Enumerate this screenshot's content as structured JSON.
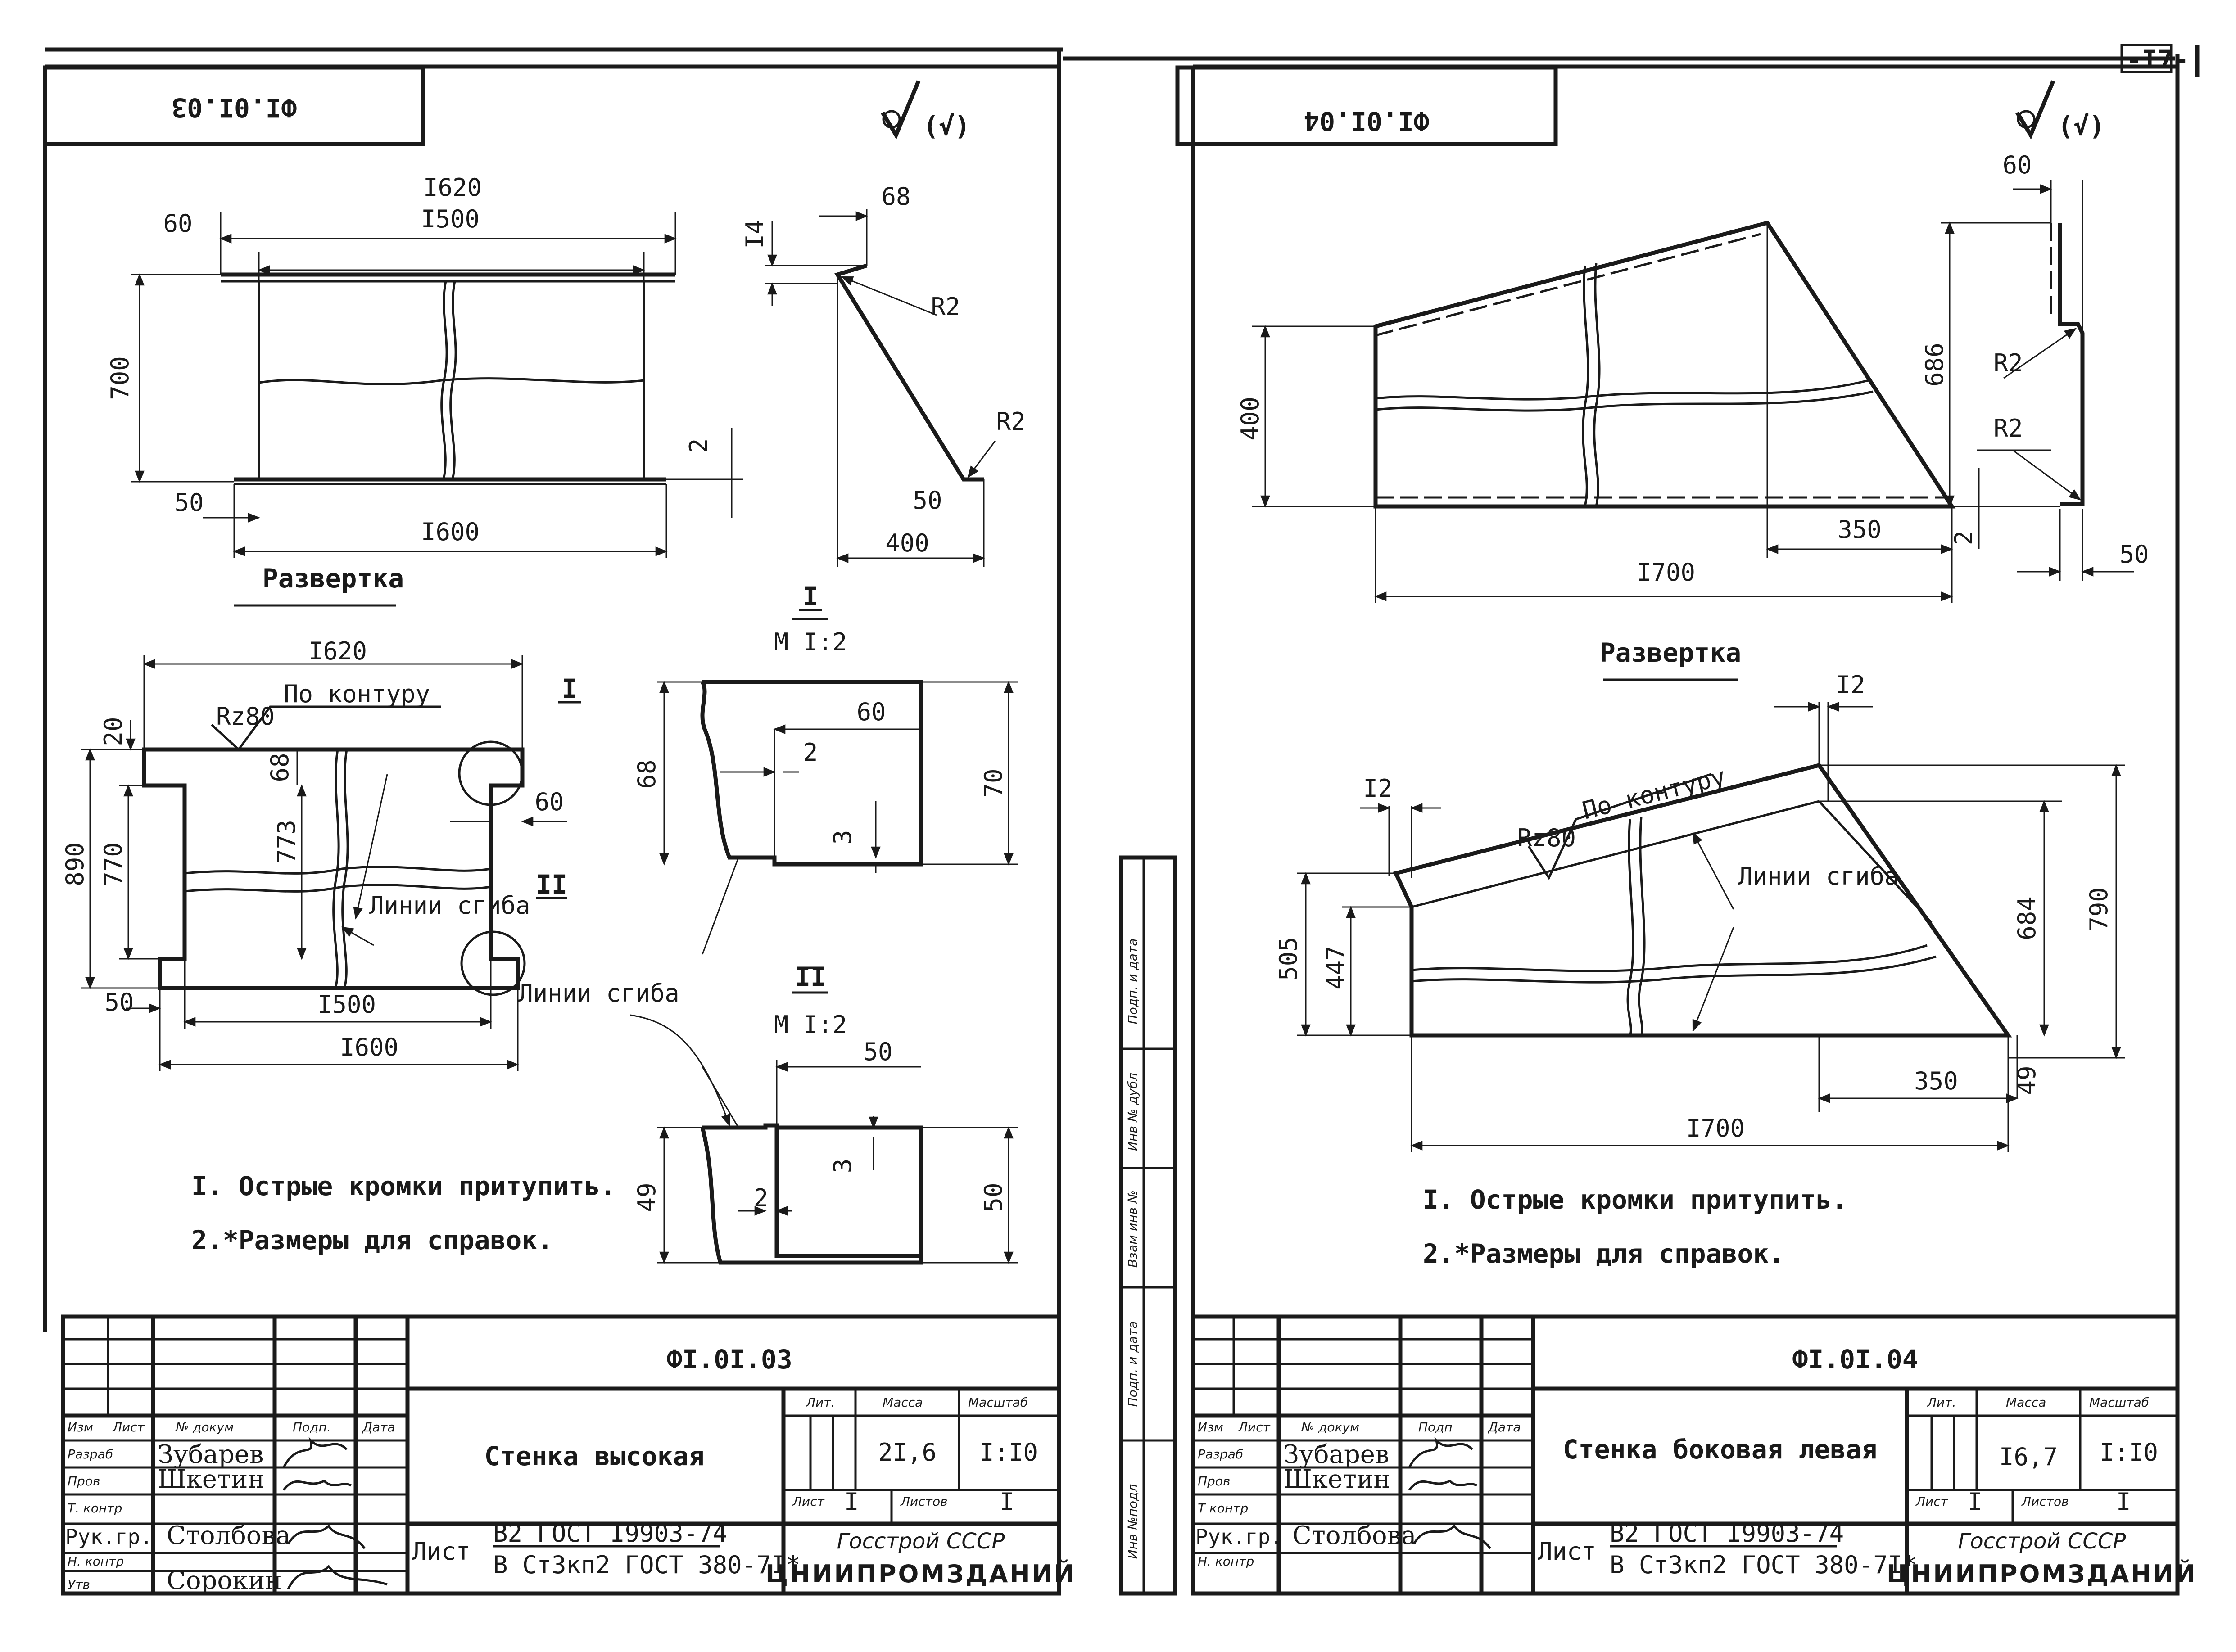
{
  "page_number": "-I7-",
  "left_sheet": {
    "mirrored_code": "ФI.0I.03",
    "roughness_mark": "(√)",
    "development_title": "Развертка",
    "dev_dims": {
      "top_overall": "I620",
      "top_inner": "I500",
      "left_offset": "60",
      "height": "700",
      "bottom_overall": "I600",
      "bottom_offset": "50",
      "thickness": "2"
    },
    "profile_dims": {
      "top_flange": "68",
      "lip": "I4",
      "radius_top": "R2",
      "radius_bottom": "R2",
      "bottom_flange": "50",
      "depth": "400"
    },
    "part_dims": {
      "width_top": "I620",
      "width_mid": "I500",
      "width_bottom": "I600",
      "height_total": "890",
      "height_770": "770",
      "height_773": "773",
      "top_flange_h": "20",
      "flange_68": "68",
      "notch_60": "60",
      "bottom_50": "50"
    },
    "roughness_note": "Rz80",
    "contour_note": "По контуру",
    "bend_lines_label": "Линии сгиба",
    "detail_I": {
      "title": "I",
      "scale": "М I:2",
      "dim_60": "60",
      "dim_2": "2",
      "dim_3": "3",
      "dim_68": "68",
      "dim_70": "70"
    },
    "detail_II": {
      "title": "II",
      "scale": "М I:2",
      "dim_50_top": "50",
      "dim_3": "3",
      "dim_2": "2",
      "dim_49": "49",
      "dim_50_right": "50"
    },
    "detail_bend_label": "Линии сгиба",
    "notes": [
      "I. Острые кромки притупить.",
      "2.*Размеры для справок."
    ],
    "title_block": {
      "code": "ФI.0I.03",
      "name": "Стенка высокая",
      "headers": {
        "izm": "Изм",
        "list": "Лист",
        "doc": "№ докум",
        "sign": "Подп.",
        "date": "Дата",
        "lit": "Лит.",
        "mass": "Масса",
        "scale": "Масштаб",
        "sheet": "Лист",
        "sheets": "Листов"
      },
      "mass": "2I,6",
      "scale": "I:I0",
      "sheet": "I",
      "sheets": "I",
      "roles": [
        "Разраб",
        "Пров",
        "Т. контр",
        "Рук.гр.",
        "Н. контр",
        "Утв"
      ],
      "people": [
        "Зубарев",
        "Шкетин",
        "",
        "Столбова",
        "",
        "Сорокин"
      ],
      "material_label": "Лист",
      "material_1": "В2 ГОСТ I9903-74",
      "material_2": "В Ст3кп2 ГОСТ 380-7I*",
      "org_1": "Госстрой СССР",
      "org_2": "ЦНИИПРОМЗДАНИЙ"
    }
  },
  "right_sheet": {
    "mirrored_code": "ФI.0I.04",
    "roughness_mark": "(√)",
    "development_title": "Развертка",
    "dev_dims": {
      "height": "400",
      "length": "I700",
      "slope_base": "350",
      "thickness": "2"
    },
    "profile_dims": {
      "top": "60",
      "height": "686",
      "radius_1": "R2",
      "radius_2": "R2",
      "bottom": "50"
    },
    "part_dims": {
      "h_505": "505",
      "h_447": "447",
      "h_684": "684",
      "h_790": "790",
      "w_1700": "I700",
      "w_350": "350",
      "w_49": "49",
      "top_12": "I2",
      "top_12b": "I2"
    },
    "roughness_note": "Rz80",
    "contour_note": "По контуру",
    "bend_lines_label": "Линии сгиба",
    "notes": [
      "I. Острые кромки притупить.",
      "2.*Размеры для справок."
    ],
    "side_stamp": [
      "Подп. и дата",
      "Инв № дубл",
      "Взам инв №",
      "Подп. и дата",
      "Инв №подл"
    ],
    "title_block": {
      "code": "ФI.0I.04",
      "name": "Стенка боковая левая",
      "headers": {
        "izm": "Изм",
        "list": "Лист",
        "doc": "№ докум",
        "sign": "Подп",
        "date": "Дата",
        "lit": "Лит.",
        "mass": "Масса",
        "scale": "Масштаб",
        "sheet": "Лист",
        "sheets": "Листов"
      },
      "mass": "I6,7",
      "scale": "I:I0",
      "sheet": "I",
      "sheets": "I",
      "roles": [
        "Разраб",
        "Пров",
        "Т контр",
        "Рук.гр.",
        "Н. контр"
      ],
      "people": [
        "Зубарев",
        "Шкетин",
        "",
        "Столбова",
        ""
      ],
      "material_label": "Лист",
      "material_1": "В2 ГОСТ I9903-74",
      "material_2": "В Ст3кп2 ГОСТ 380-7I*",
      "org_1": "Госстрой СССР",
      "org_2": "ЦНИИПРОМЗДАНИЙ"
    }
  }
}
